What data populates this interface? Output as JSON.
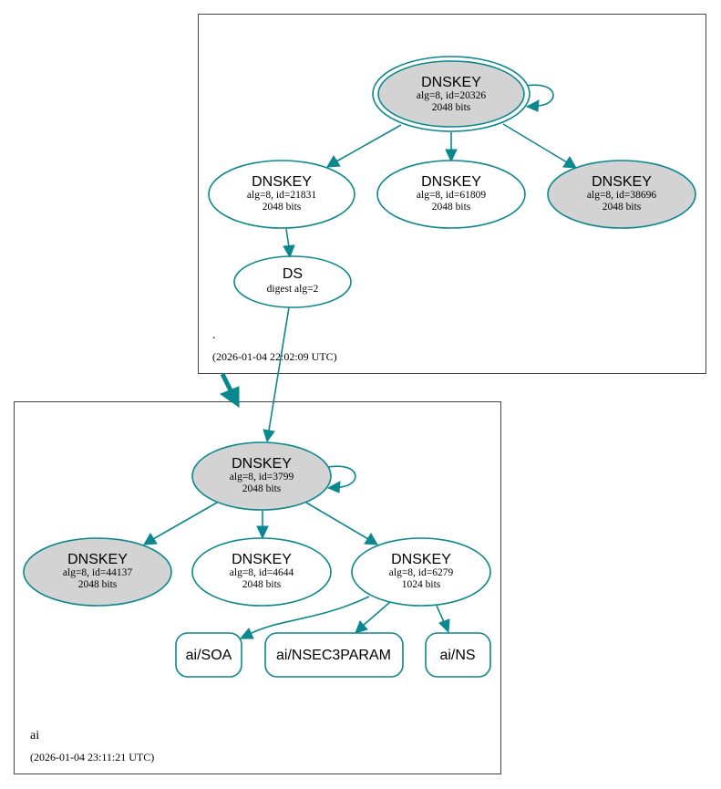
{
  "colors": {
    "edge": "#0a878f",
    "key_signing_fill": "#d3d3d3",
    "plain_fill": "#ffffff",
    "zone_border": "#444444"
  },
  "zones": {
    "root": {
      "name": ".",
      "timestamp": "(2026-01-04 22:02:09 UTC)"
    },
    "ai": {
      "name": "ai",
      "timestamp": "(2026-01-04 23:11:21 UTC)"
    }
  },
  "nodes": {
    "root_ksk": {
      "title": "DNSKEY",
      "line1": "alg=8, id=20326",
      "line2": "2048 bits"
    },
    "root_zsk_21831": {
      "title": "DNSKEY",
      "line1": "alg=8, id=21831",
      "line2": "2048 bits"
    },
    "root_zsk_61809": {
      "title": "DNSKEY",
      "line1": "alg=8, id=61809",
      "line2": "2048 bits"
    },
    "root_key_38696": {
      "title": "DNSKEY",
      "line1": "alg=8, id=38696",
      "line2": "2048 bits"
    },
    "ds": {
      "title": "DS",
      "line1": "digest alg=2"
    },
    "ai_ksk": {
      "title": "DNSKEY",
      "line1": "alg=8, id=3799",
      "line2": "2048 bits"
    },
    "ai_key_44137": {
      "title": "DNSKEY",
      "line1": "alg=8, id=44137",
      "line2": "2048 bits"
    },
    "ai_key_4644": {
      "title": "DNSKEY",
      "line1": "alg=8, id=4644",
      "line2": "2048 bits"
    },
    "ai_zsk_6279": {
      "title": "DNSKEY",
      "line1": "alg=8, id=6279",
      "line2": "1024 bits"
    },
    "rr_soa": {
      "title": "ai/SOA"
    },
    "rr_nsec3param": {
      "title": "ai/NSEC3PARAM"
    },
    "rr_ns": {
      "title": "ai/NS"
    }
  }
}
